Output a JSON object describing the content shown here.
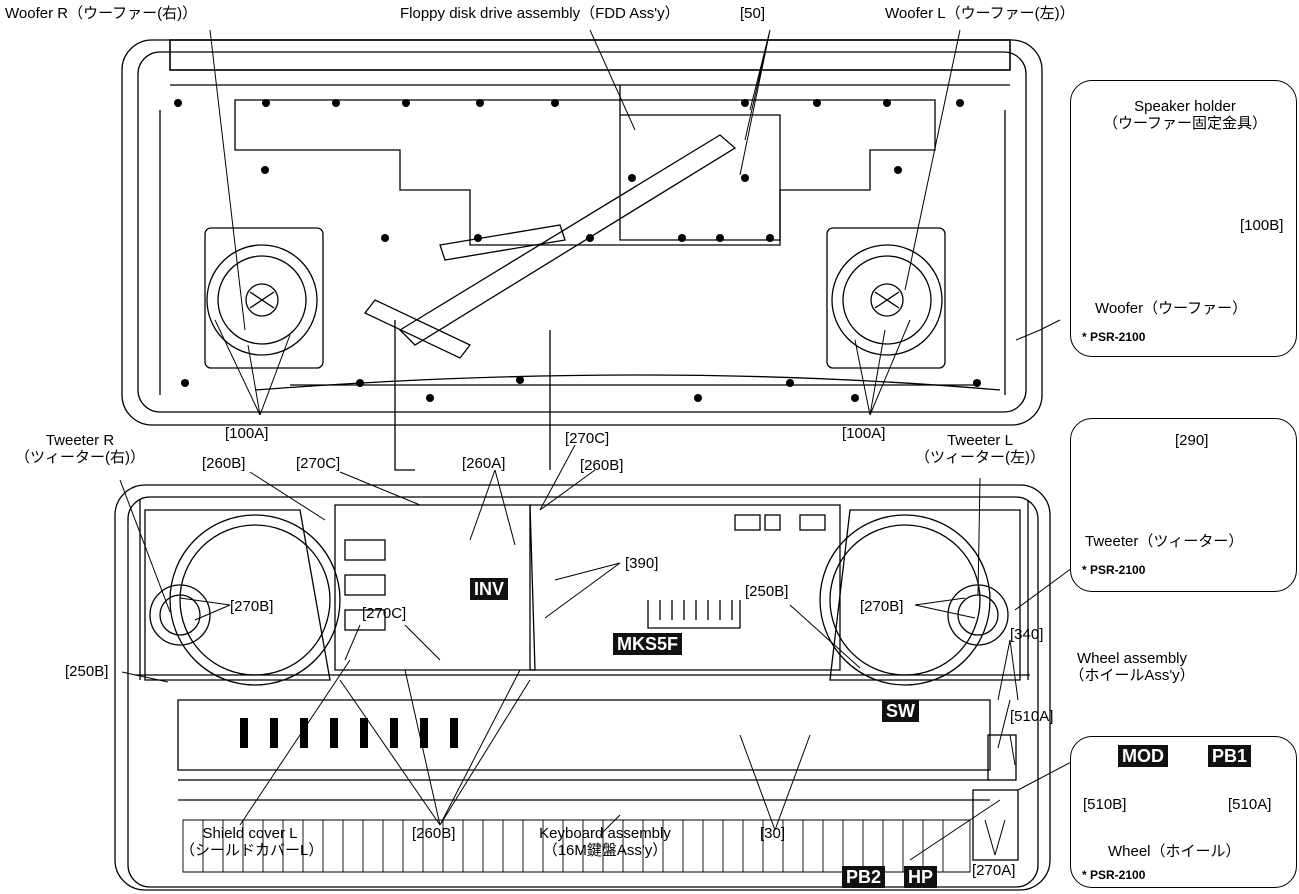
{
  "labels": {
    "woofer_r": "Woofer R（ウーファー(右)）",
    "fdd": "Floppy disk drive assembly（FDD Ass'y）",
    "r50": "[50]",
    "woofer_l": "Woofer L（ウーファー(左)）",
    "r100a_left": "[100A]",
    "r100a_right": "[100A]",
    "tweeter_r": "Tweeter R",
    "tweeter_r_jp": "（ツィーター(右)）",
    "r260b_top_left": "[260B]",
    "r270c_top": "[270C]",
    "r260a": "[260A]",
    "r270c_mid": "[270C]",
    "r260b_top_mid": "[260B]",
    "tweeter_l": "Tweeter L",
    "tweeter_l_jp": "（ツィーター(左)）",
    "r390": "[390]",
    "r270b_left": "[270B]",
    "r270c_low": "[270C]",
    "r250b_mid": "[250B]",
    "r270b_right": "[270B]",
    "r250b_left": "[250B]",
    "r340": "[340]",
    "wheel_assy": "Wheel assembly",
    "wheel_assy_jp": "（ホイールAss'y）",
    "r510a": "[510A]",
    "shield_cover": "Shield cover L",
    "shield_cover_jp": "（シールドカバーL）",
    "r260b_bottom": "[260B]",
    "keyboard": "Keyboard assembly",
    "keyboard_jp": "（16M鍵盤Ass'y）",
    "r30": "[30]",
    "r270a": "[270A]"
  },
  "tags": {
    "inv": "INV",
    "mks5f": "MKS5F",
    "sw": "SW",
    "pb2": "PB2",
    "hp": "HP"
  },
  "insets": {
    "speaker": {
      "holder": "Speaker holder",
      "holder_jp": "（ウーファー固定金具）",
      "r100b": "[100B]",
      "woofer": "Woofer（ウーファー）",
      "note": "* PSR-2100"
    },
    "tweeter": {
      "r290": "[290]",
      "tweeter": "Tweeter（ツィーター）",
      "note": "* PSR-2100"
    },
    "wheel": {
      "mod": "MOD",
      "pb1": "PB1",
      "r510b": "[510B]",
      "r510a": "[510A]",
      "wheel": "Wheel（ホイール）",
      "note": "* PSR-2100"
    }
  }
}
